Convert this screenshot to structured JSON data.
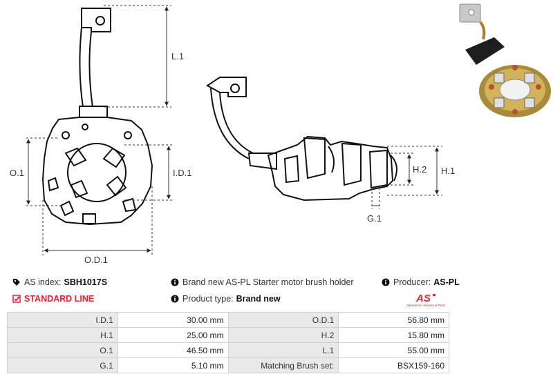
{
  "dimension_labels": {
    "l1": "L.1",
    "o1": "O.1",
    "id1": "I.D.1",
    "od1": "O.D.1",
    "h1": "H.1",
    "h2": "H.2",
    "g1": "G.1"
  },
  "info": {
    "as_index_label": "AS index:",
    "as_index_value": "SBH1017S",
    "description": "Brand new AS-PL Starter motor brush holder",
    "producer_label": "Producer:",
    "producer_value": "AS-PL",
    "standard_line": "STANDARD LINE",
    "product_type_label": "Product type:",
    "product_type_value": "Brand new"
  },
  "logo": {
    "brand": "AS",
    "tagline": "Alternators, Starters & Parts"
  },
  "specs": [
    {
      "k1": "I.D.1",
      "v1": "30.00 mm",
      "k2": "O.D.1",
      "v2": "56.80 mm"
    },
    {
      "k1": "H.1",
      "v1": "25.00 mm",
      "k2": "H.2",
      "v2": "15.80 mm"
    },
    {
      "k1": "O.1",
      "v1": "46.50 mm",
      "k2": "L.1",
      "v2": "55.00 mm"
    },
    {
      "k1": "G.1",
      "v1": "5.10 mm",
      "k2": "Matching Brush set:",
      "v2": "BSX159-160"
    }
  ],
  "colors": {
    "accent": "#e8232d",
    "table_key_bg": "#e9e9e9",
    "line": "#111111",
    "dim": "#333333"
  }
}
